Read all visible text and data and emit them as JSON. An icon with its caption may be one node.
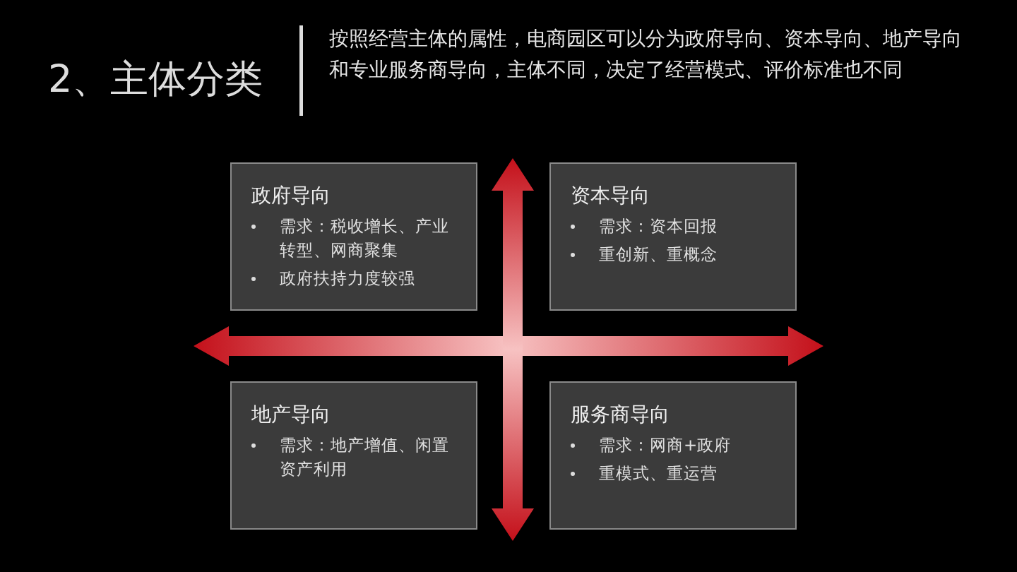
{
  "diagram": {
    "title": "2、主体分类",
    "nodes": [
      {
        "text": [
          "政府导向",
          "需求：税收增长、产业转型、网商聚集",
          "政府扶持力度较强"
        ]
      },
      {
        "text": [
          "资本导向",
          "需求：资本回报",
          "重创新、重概念"
        ]
      },
      {
        "text": [
          "地产导向",
          "需求：地产增值、闲置资产利用"
        ]
      },
      {
        "text": [
          "服务商导向",
          "需求：网商+政府",
          "重模式、重运营"
        ]
      }
    ],
    "labels": [
      "按照经营主体的属性，电商园区可以分为政府导向、资本导向、地产导向和专业服务商导向，主体不同，决定了经营模式、评价标准也不同"
    ]
  }
}
